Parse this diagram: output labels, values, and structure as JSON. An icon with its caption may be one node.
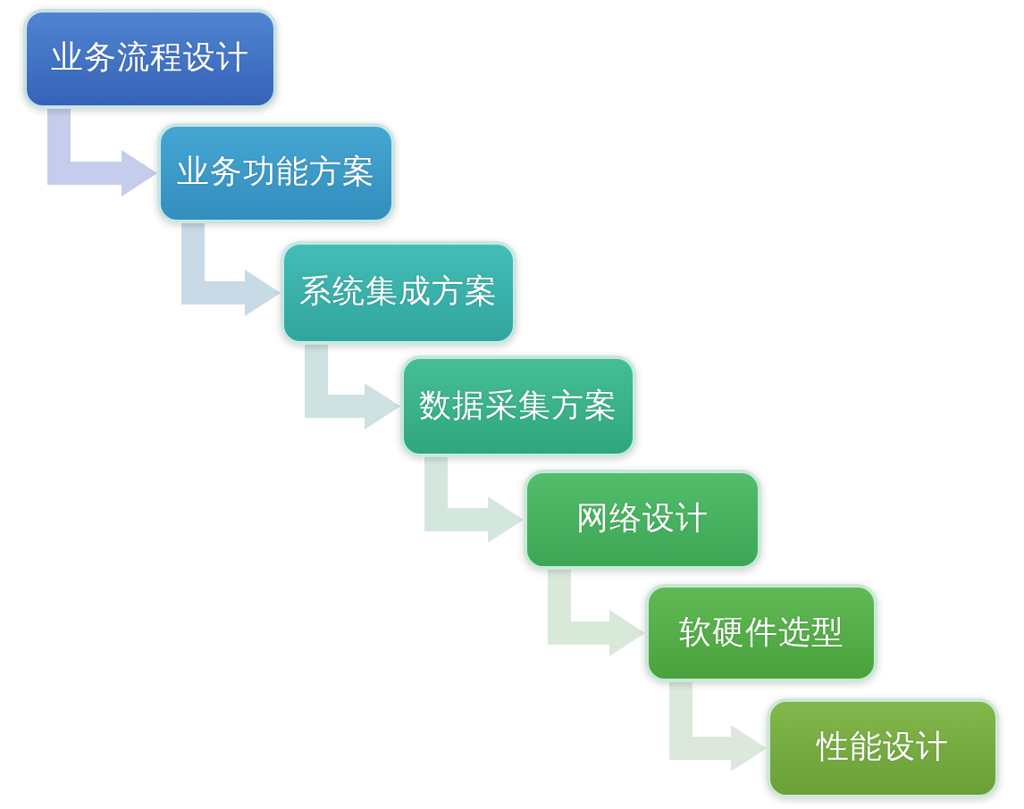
{
  "diagram": {
    "nodes": [
      {
        "text": [
          "业务流程设计"
        ]
      },
      {
        "text": [
          "业务功能方案"
        ]
      },
      {
        "text": [
          "系统集成方案"
        ]
      },
      {
        "text": [
          "数据采集方案"
        ]
      },
      {
        "text": [
          "网络设计"
        ]
      },
      {
        "text": [
          "软硬件选型"
        ]
      },
      {
        "text": [
          "性能设计"
        ]
      }
    ],
    "edges": [
      {
        "from": 0,
        "to": 1,
        "arrow": "to",
        "color": "#c6cceb"
      },
      {
        "from": 1,
        "to": 2,
        "arrow": "to",
        "color": "#c8dae6"
      },
      {
        "from": 2,
        "to": 3,
        "arrow": "to",
        "color": "#cde2e1"
      },
      {
        "from": 3,
        "to": 4,
        "arrow": "to",
        "color": "#d3e7de"
      },
      {
        "from": 4,
        "to": 5,
        "arrow": "to",
        "color": "#d8e9d9"
      },
      {
        "from": 5,
        "to": 6,
        "arrow": "to",
        "color": "#dde8dc"
      }
    ]
  }
}
